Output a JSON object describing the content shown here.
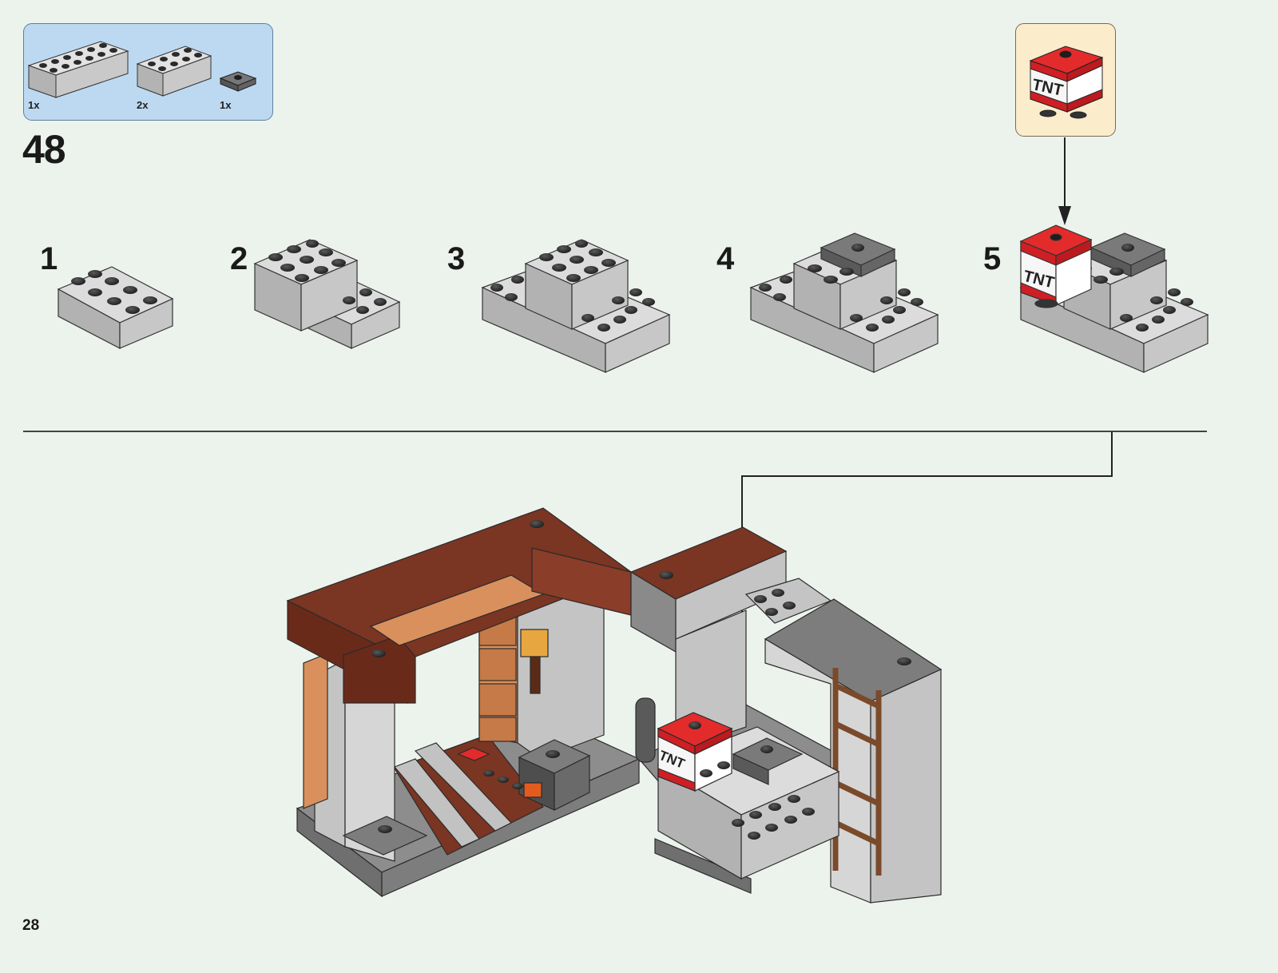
{
  "step": {
    "number": "48",
    "parts": [
      {
        "name": "gray-brick-2x6",
        "quantity": "1x"
      },
      {
        "name": "gray-brick-2x4",
        "quantity": "2x"
      },
      {
        "name": "dark-gray-plate-1x1",
        "quantity": "1x"
      }
    ],
    "substeps": [
      "1",
      "2",
      "3",
      "4",
      "5"
    ],
    "callout": {
      "label": "TNT"
    }
  },
  "model": {
    "tnt_label": "TNT"
  },
  "page": {
    "number": "28"
  },
  "colors": {
    "background": "#ecf3ec",
    "parts_box": "#bcd9f1",
    "callout_box": "#fbeccc",
    "light_gray": "#c4c4c4",
    "dark_gray": "#6b6b6b",
    "brown": "#7b3523",
    "tan": "#d9905c",
    "tnt_red": "#d61c22"
  }
}
